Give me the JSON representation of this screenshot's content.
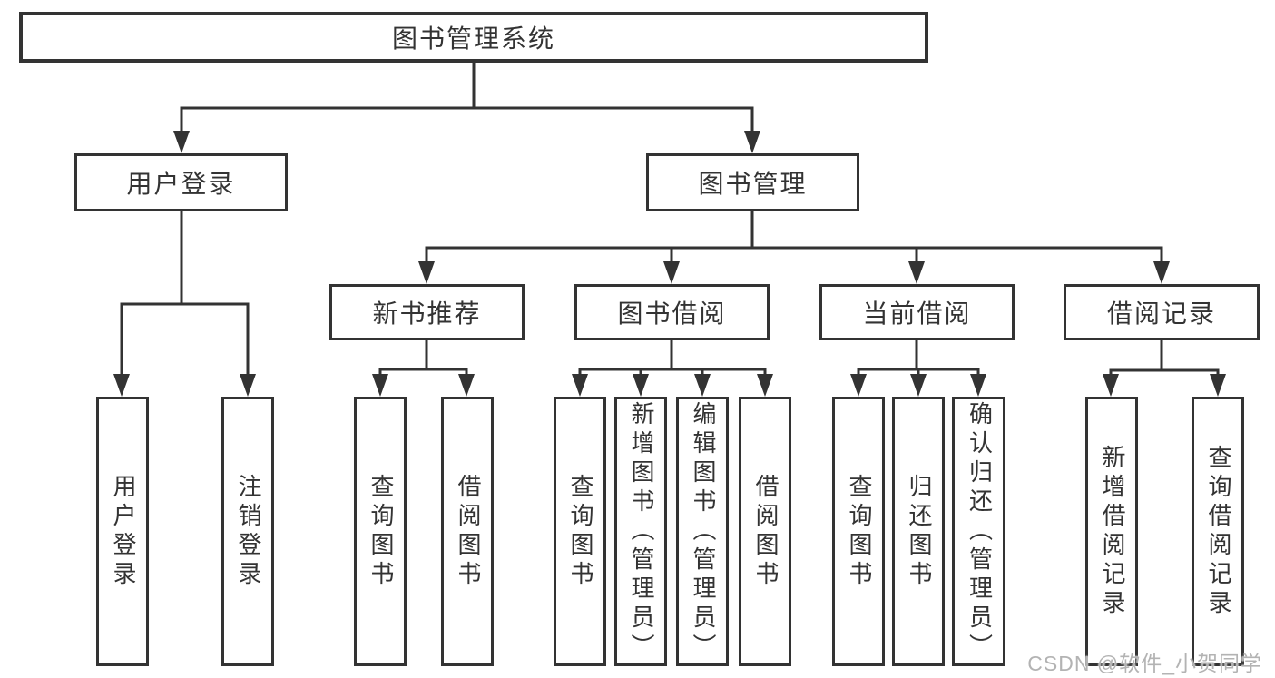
{
  "diagram": {
    "root": {
      "label": "图书管理系统"
    },
    "branches": [
      {
        "label": "用户登录",
        "children": [
          {
            "label": "用户登录"
          },
          {
            "label": "注销登录"
          }
        ]
      },
      {
        "label": "图书管理",
        "children": [
          {
            "label": "新书推荐",
            "children": [
              {
                "label": "查询图书"
              },
              {
                "label": "借阅图书"
              }
            ]
          },
          {
            "label": "图书借阅",
            "children": [
              {
                "label": "查询图书"
              },
              {
                "label": "新增图书（管理员）"
              },
              {
                "label": "编辑图书（管理员）"
              },
              {
                "label": "借阅图书"
              }
            ]
          },
          {
            "label": "当前借阅",
            "children": [
              {
                "label": "查询图书"
              },
              {
                "label": "归还图书"
              },
              {
                "label": "确认归还（管理员）"
              }
            ]
          },
          {
            "label": "借阅记录",
            "children": [
              {
                "label": "新增借阅记录"
              },
              {
                "label": "查询借阅记录"
              }
            ]
          }
        ]
      }
    ]
  },
  "watermark": {
    "text": "CSDN @软件_小贺同学"
  },
  "colors": {
    "line": "#333333",
    "box_border": "#333333",
    "box_background": "#ffffff",
    "text": "#333333",
    "watermark": "#b3b3b3",
    "page_background": "#ffffff"
  }
}
